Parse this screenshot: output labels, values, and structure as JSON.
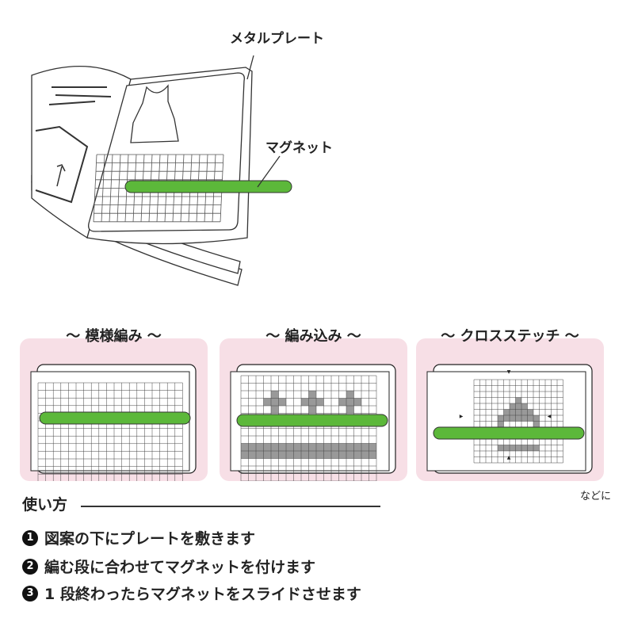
{
  "labels": {
    "metal_plate": "メタルプレート",
    "magnet": "マグネット"
  },
  "panels": [
    {
      "title": "～ 模様編み ～"
    },
    {
      "title": "～ 編み込み ～"
    },
    {
      "title": "～ クロスステッチ ～"
    }
  ],
  "etc": "などに",
  "howto": {
    "heading": "使い方",
    "steps": [
      {
        "num": "1",
        "text": "図案の下にプレートを敷きます"
      },
      {
        "num": "2",
        "text": "編む段に合わせてマグネットを付けます"
      },
      {
        "num": "3",
        "text": "1 段終わったらマグネットをスライドさせます"
      }
    ]
  },
  "colors": {
    "magnet": "#5cb83a",
    "panel_bg": "#f7dfe6",
    "fill": "#999999"
  }
}
